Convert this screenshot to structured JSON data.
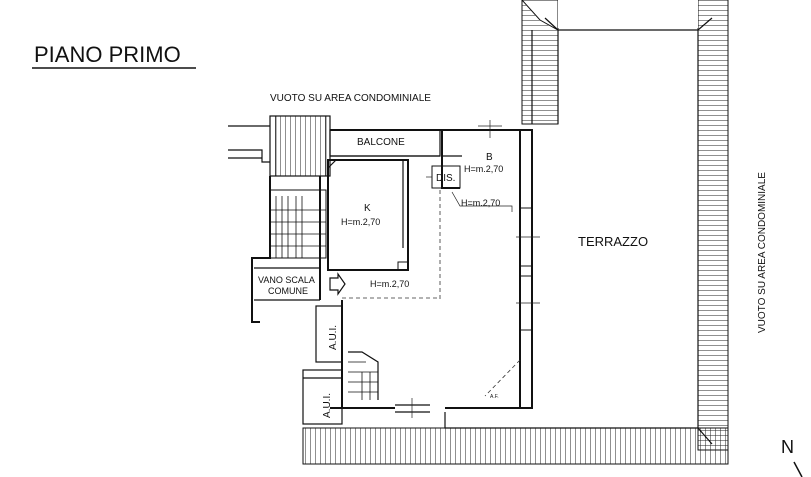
{
  "title": "PIANO PRIMO",
  "labels": {
    "void_top": "VUOTO SU AREA CONDOMINIALE",
    "void_right": "VUOTO SU AREA CONDOMINIALE",
    "balcone": "BALCONE",
    "bath": "B",
    "bath_height": "H=m.2,70",
    "dis": "DIS.",
    "dis_height": "H=m.2,70",
    "kitchen": "K",
    "kitchen_height": "H=m.2,70",
    "main_height": "H=m.2,70",
    "terrazzo": "TERRAZZO",
    "stair_line1": "VANO SCALA",
    "stair_line2": "COMUNE",
    "aui_1": "A.U.I.",
    "aui_2": "A.U.I.",
    "north": "N",
    "af": "A.F."
  }
}
